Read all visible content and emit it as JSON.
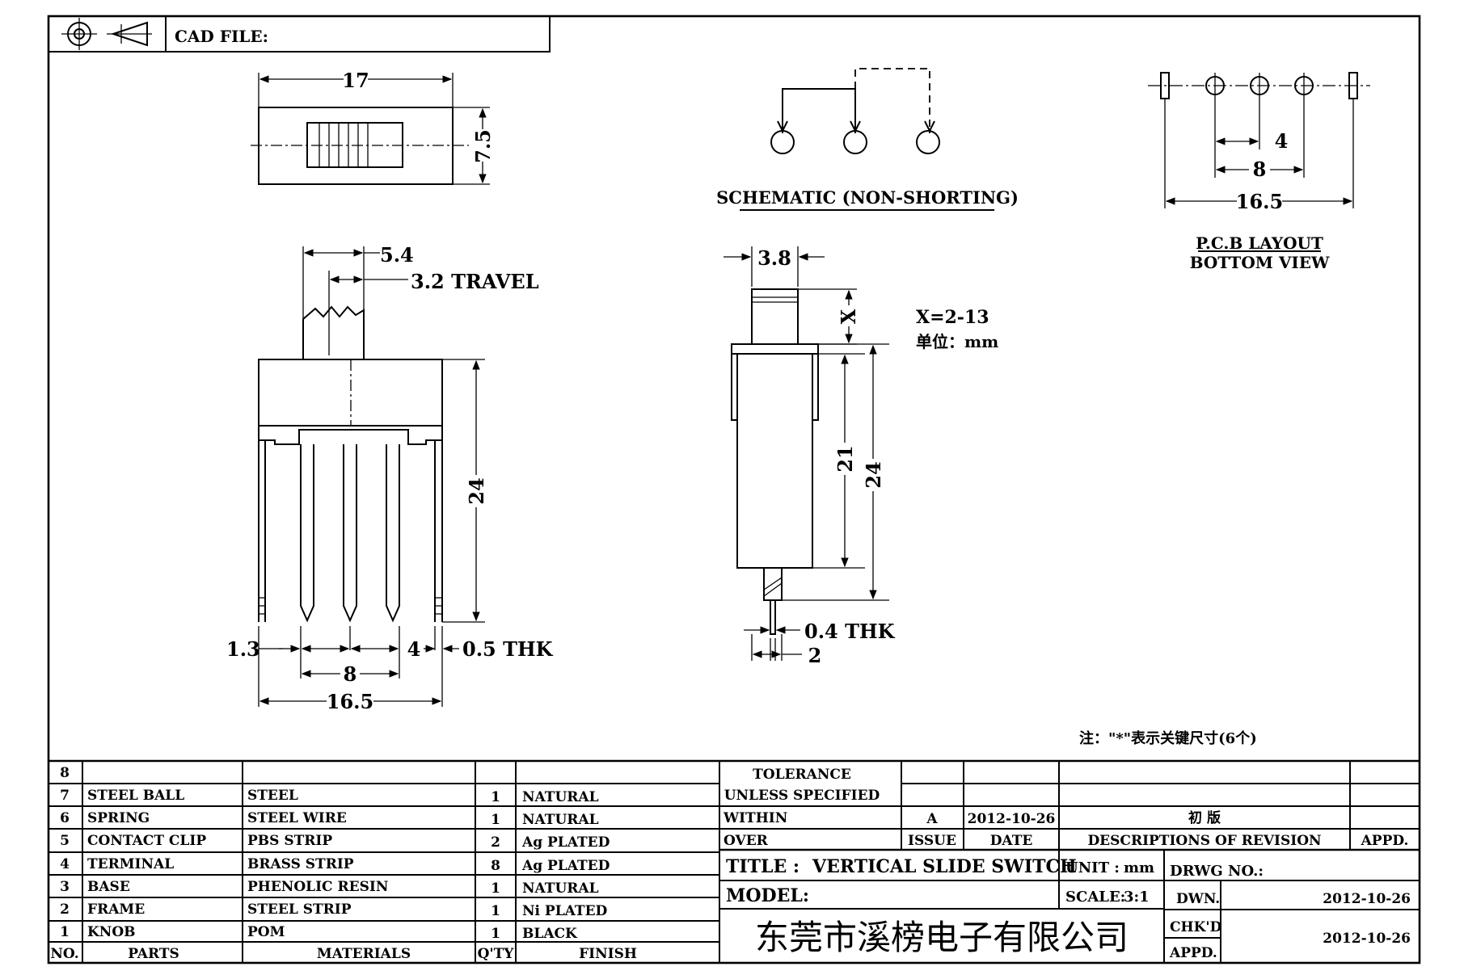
{
  "header": {
    "cad_file_label": "CAD FILE:"
  },
  "top_view": {
    "width_dim": "17",
    "height_dim": "7.5"
  },
  "schematic": {
    "caption": "SCHEMATIC (NON-SHORTING)"
  },
  "pcb_layout": {
    "pitch_small": "4",
    "pitch_mid": "8",
    "pitch_total": "16.5",
    "caption_line1": "P.C.B LAYOUT",
    "caption_line2": "BOTTOM VIEW"
  },
  "front_view": {
    "knob_dim": "5.4",
    "travel_dim": "3.2 TRAVEL",
    "height_dim": "24",
    "left_dim": "1.3",
    "pitch_dim": "4",
    "thk_dim": "0.5 THK",
    "pitch_8": "8",
    "total_dim": "16.5"
  },
  "side_view": {
    "width_dim": "3.8",
    "x_dim": "X",
    "body_dim": "21",
    "height_dim": "24",
    "thk_dim": "0.4 THK",
    "pin_dim": "2"
  },
  "notes": {
    "x_range": "X=2-13",
    "unit_note": "单位：mm",
    "key_note": "注：\"*\"表示关键尺寸(6个)"
  },
  "bom": {
    "headers": {
      "no": "NO.",
      "parts": "PARTS",
      "materials": "MATERIALS",
      "qty": "Q'TY",
      "finish": "FINISH"
    },
    "rows": [
      {
        "no": "8",
        "part": "",
        "material": "",
        "qty": "",
        "finish": ""
      },
      {
        "no": "7",
        "part": "STEEL BALL",
        "material": "STEEL",
        "qty": "1",
        "finish": "NATURAL"
      },
      {
        "no": "6",
        "part": "SPRING",
        "material": "STEEL WIRE",
        "qty": "1",
        "finish": "NATURAL"
      },
      {
        "no": "5",
        "part": "CONTACT CLIP",
        "material": "PBS STRIP",
        "qty": "2",
        "finish": "Ag PLATED"
      },
      {
        "no": "4",
        "part": "TERMINAL",
        "material": "BRASS STRIP",
        "qty": "8",
        "finish": "Ag PLATED"
      },
      {
        "no": "3",
        "part": "BASE",
        "material": "PHENOLIC RESIN",
        "qty": "1",
        "finish": "NATURAL"
      },
      {
        "no": "2",
        "part": "FRAME",
        "material": "STEEL STRIP",
        "qty": "1",
        "finish": "Ni PLATED"
      },
      {
        "no": "1",
        "part": "KNOB",
        "material": "POM",
        "qty": "1",
        "finish": "BLACK"
      }
    ]
  },
  "title_block": {
    "tolerance": "TOLERANCE",
    "unless_specified": "UNLESS  SPECIFIED",
    "within": "WITHIN",
    "over": "OVER",
    "rev_letter": "A",
    "rev_date": "2012-10-26",
    "rev_desc": "初  版",
    "issue_label": "ISSUE",
    "date_label": "DATE",
    "desc_label": "DESCRIPTIONS OF REVISION",
    "appd_label": "APPD.",
    "title_label": "TITLE :",
    "title_value": "VERTICAL SLIDE SWITCH",
    "unit_label": "UNIT :",
    "unit_value": "mm",
    "drwg_no_label": "DRWG NO.:",
    "model_label": "MODEL:",
    "scale_label": "SCALE:",
    "scale_value": "3:1",
    "dwn_label": "DWN.",
    "dwn_date": "2012-10-26",
    "chkd_label": "CHK'D",
    "appd2_label": "APPD.",
    "chk_date": "2012-10-26",
    "company": "东莞市溪榜电子有限公司"
  }
}
